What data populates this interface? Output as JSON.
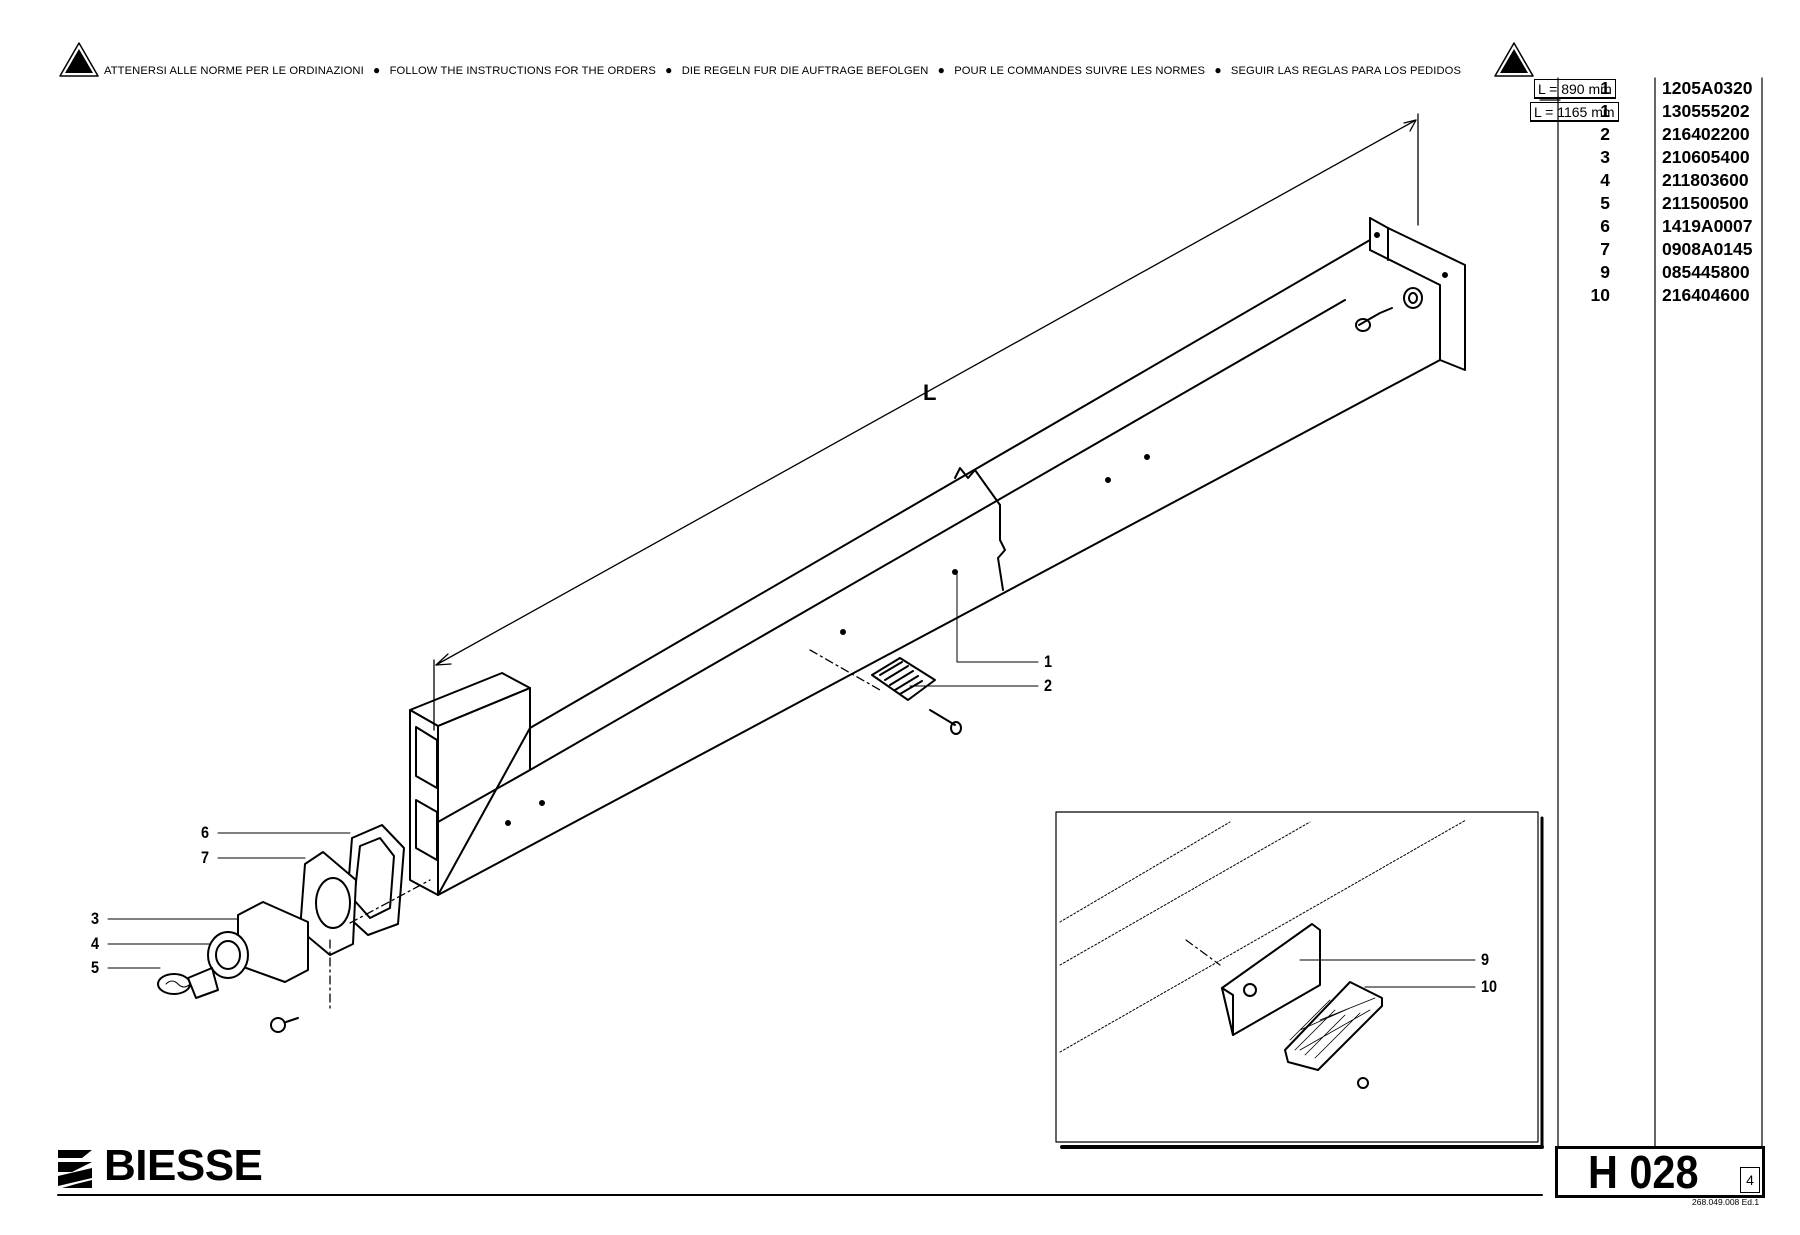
{
  "header": {
    "notices": [
      "ATTENERSI ALLE NORME PER LE ORDINAZIONI",
      "FOLLOW THE INSTRUCTIONS FOR THE ORDERS",
      "DIE REGELN FUR DIE AUFTRAGE BEFOLGEN",
      "POUR LE COMMANDES SUIVRE LES NORMES",
      "SEGUIR LAS REGLAS PARA LOS PEDIDOS"
    ],
    "bullet": "●"
  },
  "parts_table": {
    "rows": [
      {
        "length": "L = 890 mm",
        "pos": "1",
        "code": "1205A0320"
      },
      {
        "length": "L = 1165 mm",
        "pos": "1",
        "code": "130555202"
      },
      {
        "length": "",
        "pos": "2",
        "code": "216402200"
      },
      {
        "length": "",
        "pos": "3",
        "code": "210605400"
      },
      {
        "length": "",
        "pos": "4",
        "code": "211803600"
      },
      {
        "length": "",
        "pos": "5",
        "code": "211500500"
      },
      {
        "length": "",
        "pos": "6",
        "code": "1419A0007"
      },
      {
        "length": "",
        "pos": "7",
        "code": "0908A0145"
      },
      {
        "length": "",
        "pos": "9",
        "code": "085445800"
      },
      {
        "length": "",
        "pos": "10",
        "code": "216404600"
      }
    ]
  },
  "drawing": {
    "dimension_label": "L",
    "callouts": {
      "c1": "1",
      "c2": "2",
      "c3": "3",
      "c4": "4",
      "c5": "5",
      "c6": "6",
      "c7": "7",
      "c9": "9",
      "c10": "10"
    }
  },
  "footer": {
    "brand": "BIESSE",
    "sheet_code": "H 028",
    "sheet_page": "4",
    "doc_reference": "268.049.008 Ed.1"
  }
}
